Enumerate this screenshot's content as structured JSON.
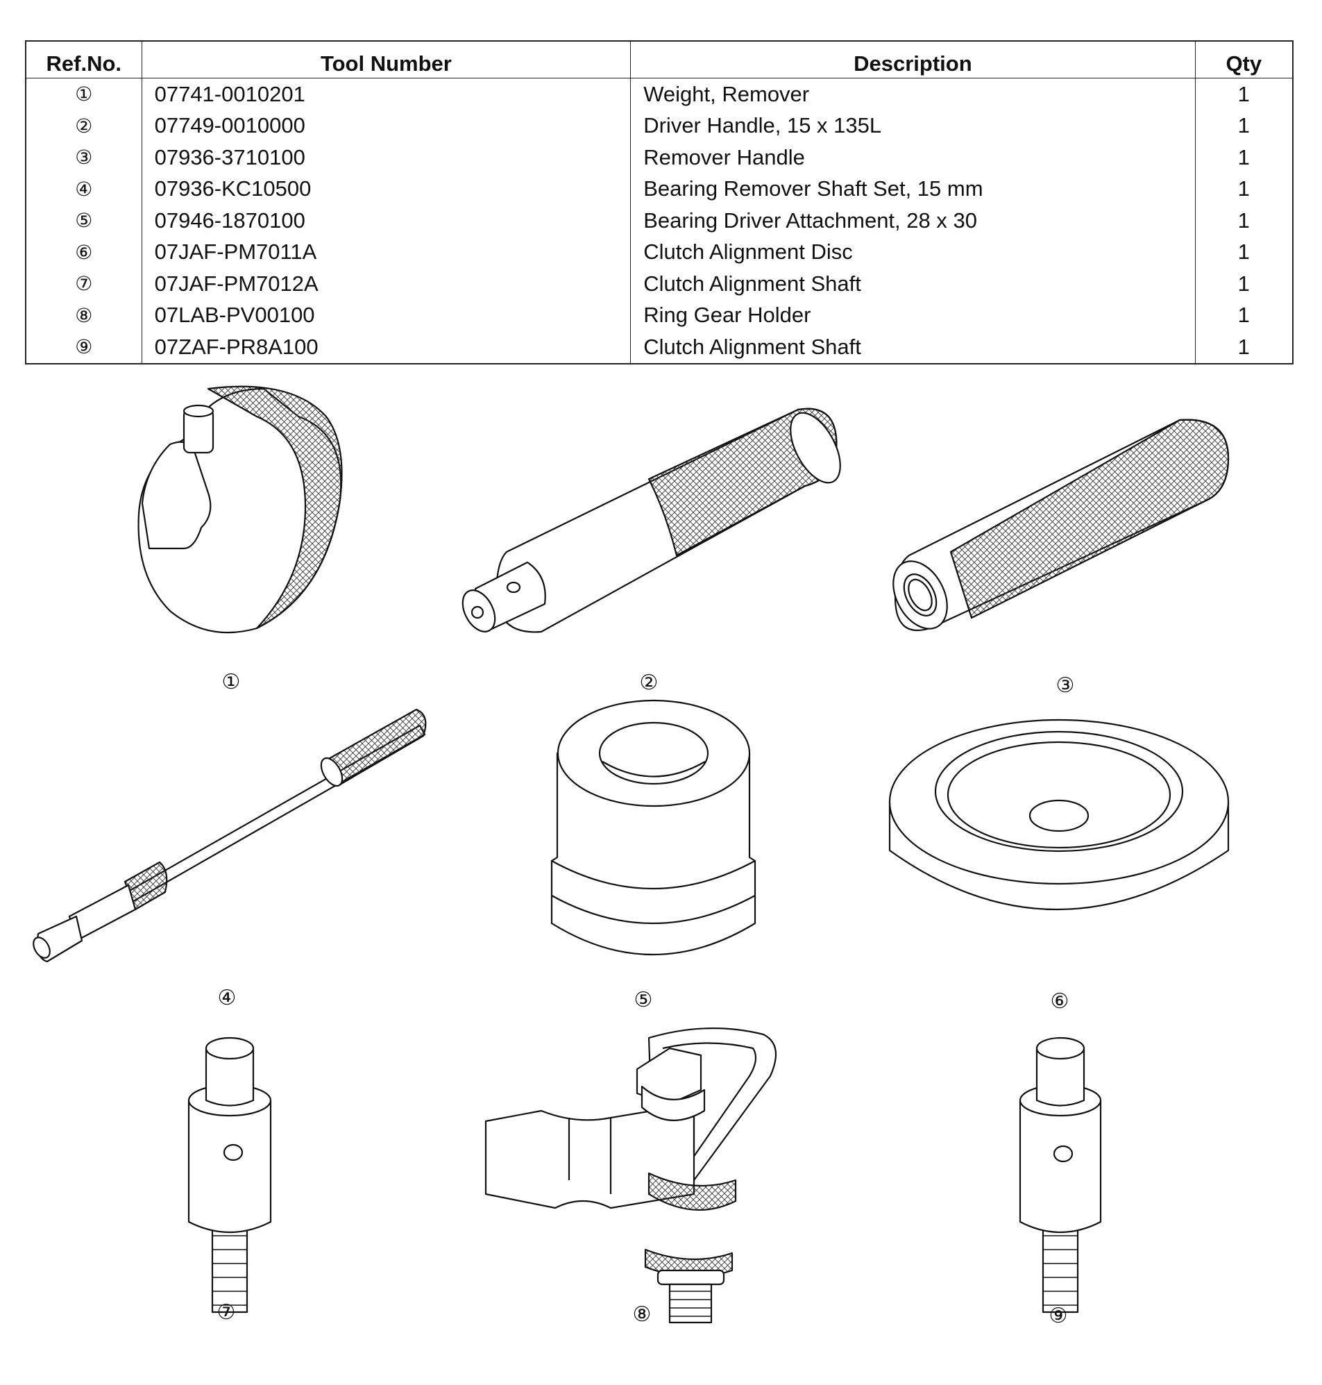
{
  "table": {
    "headers": {
      "ref": "Ref.No.",
      "tool": "Tool Number",
      "desc": "Description",
      "qty": "Qty"
    },
    "rows": [
      {
        "ref": "①",
        "tool": "07741-0010201",
        "desc": "Weight, Remover",
        "qty": "1"
      },
      {
        "ref": "②",
        "tool": "07749-0010000",
        "desc": "Driver Handle, 15 x 135L",
        "qty": "1"
      },
      {
        "ref": "③",
        "tool": "07936-3710100",
        "desc": "Remover Handle",
        "qty": "1"
      },
      {
        "ref": "④",
        "tool": "07936-KC10500",
        "desc": "Bearing Remover Shaft Set, 15 mm",
        "qty": "1"
      },
      {
        "ref": "⑤",
        "tool": "07946-1870100",
        "desc": "Bearing Driver Attachment, 28 x 30",
        "qty": "1"
      },
      {
        "ref": "⑥",
        "tool": "07JAF-PM7011A",
        "desc": "Clutch Alignment Disc",
        "qty": "1"
      },
      {
        "ref": "⑦",
        "tool": "07JAF-PM7012A",
        "desc": "Clutch Alignment Shaft",
        "qty": "1"
      },
      {
        "ref": "⑧",
        "tool": "07LAB-PV00100",
        "desc": "Ring Gear Holder",
        "qty": "1"
      },
      {
        "ref": "⑨",
        "tool": "07ZAF-PR8A100",
        "desc": "Clutch Alignment Shaft",
        "qty": "1"
      }
    ]
  },
  "figure_labels": [
    "①",
    "②",
    "③",
    "④",
    "⑤",
    "⑥",
    "⑦",
    "⑧",
    "⑨"
  ]
}
